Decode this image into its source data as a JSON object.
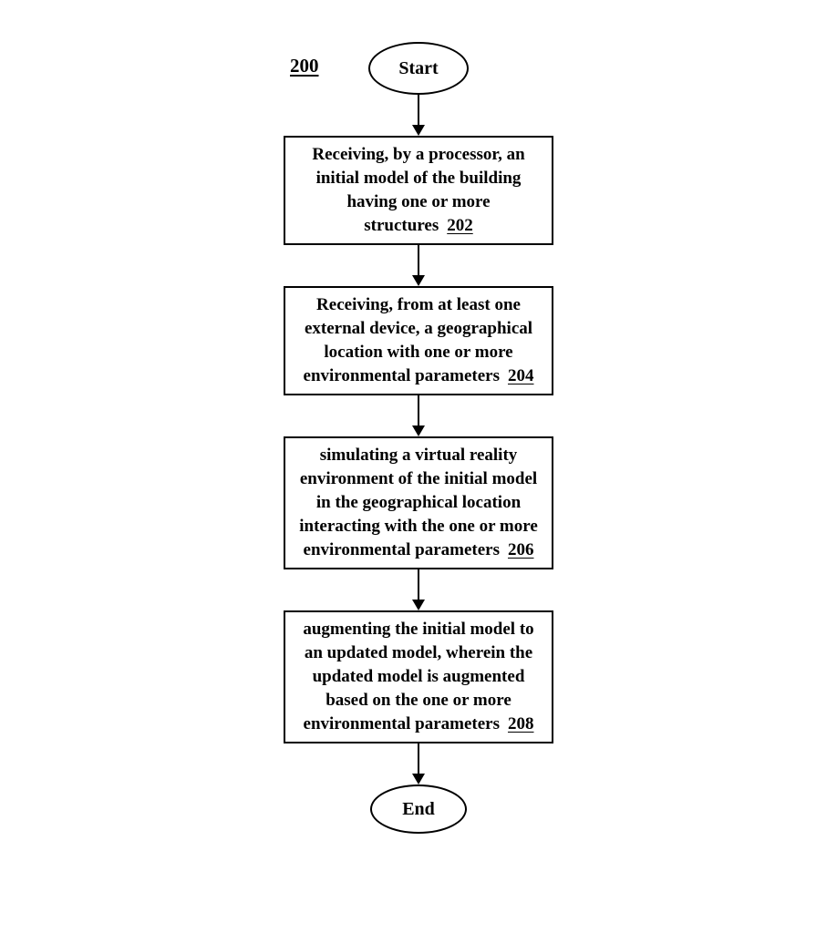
{
  "diagram": {
    "figure_label": "200",
    "start_label": "Start",
    "end_label": "End",
    "steps": [
      {
        "text": "Receiving, by a processor, an initial model of the building having one or more structures",
        "ref": "202"
      },
      {
        "text": "Receiving, from at least one external device, a geographical location with one or more environmental parameters",
        "ref": "204"
      },
      {
        "text": "simulating a virtual reality environment of the initial model in the geographical location interacting with the one or more environmental parameters",
        "ref": "206"
      },
      {
        "text": "augmenting the initial model to an updated model, wherein the updated model is augmented based on the one or more environmental parameters",
        "ref": "208"
      }
    ],
    "colors": {
      "line": "#000000",
      "background": "#ffffff",
      "text": "#000000"
    }
  }
}
